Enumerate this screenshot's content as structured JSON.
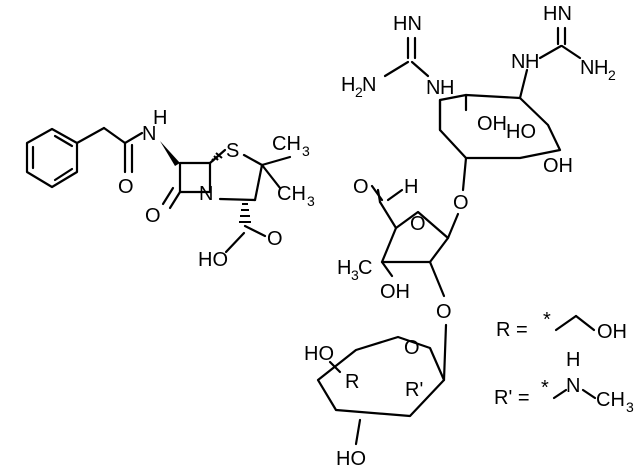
{
  "diagram": {
    "penicillin": {
      "nh": "N",
      "h": "H",
      "s": "S",
      "n": "N",
      "carbonyl_o1": "O",
      "carbonyl_o2": "O",
      "acid_o": "O",
      "cooh": "HO",
      "me1_c": "CH",
      "me1_sub": "3",
      "me2_c": "CH",
      "me2_sub": "3"
    },
    "streptomycin": {
      "g1_hn": "HN",
      "g1_h2n": "H",
      "g1_h2n_sub": "2",
      "g1_n": "N",
      "g1_nh_n": "N",
      "g1_nh_h": "H",
      "g2_hn": "HN",
      "g2_n": "N",
      "g2_h2": "H",
      "g2_h2_sub": "2",
      "g2_nh_n": "N",
      "g2_nh_h": "H",
      "oh1": "OH",
      "oh2": "HO",
      "oh3": "OH",
      "link_o1": "O",
      "link_o2": "O",
      "ald_o": "O",
      "ald_h": "H",
      "ring_o": "O",
      "ring_o2": "O",
      "h3c_c": "H",
      "h3c_sub": "3",
      "h3c_c2": "C",
      "oh4": "OH",
      "ho5": "HO",
      "ho6": "HO",
      "r": "R",
      "rp": "R'"
    },
    "legend": {
      "r_eq": "R = ",
      "r_star": "*",
      "r_oh": "OH",
      "rp_eq": "R' = ",
      "rp_star": "*",
      "rp_n": "N",
      "rp_h": "H",
      "rp_ch": "CH",
      "rp_sub": "3"
    }
  }
}
